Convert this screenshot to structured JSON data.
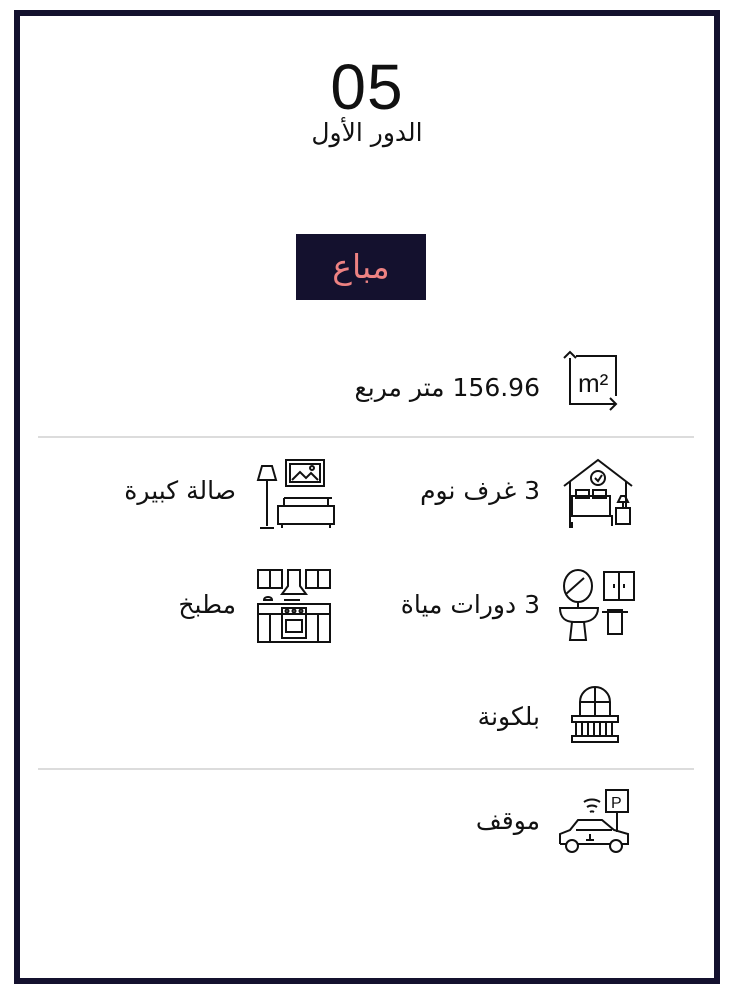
{
  "unit": {
    "number": "05",
    "floor": "الدور الأول",
    "status": "مباع"
  },
  "status_colors": {
    "badge_bg": "#14112e",
    "badge_text": "#ee8282"
  },
  "features": {
    "area": {
      "label": "156.96 متر مربع",
      "icon": "area-m2-icon",
      "icon_text": "m²"
    },
    "bedrooms": {
      "label": "3 غرف نوم",
      "icon": "bedroom-icon"
    },
    "living_room": {
      "label": "صالة كبيرة",
      "icon": "living-room-icon"
    },
    "bathrooms": {
      "label": "3 دورات مياة",
      "icon": "bathroom-icon"
    },
    "kitchen": {
      "label": "مطبخ",
      "icon": "kitchen-icon"
    },
    "balcony": {
      "label": "بلكونة",
      "icon": "balcony-icon"
    },
    "parking": {
      "label": "موقف",
      "icon": "parking-car-icon",
      "icon_text": "P"
    }
  }
}
